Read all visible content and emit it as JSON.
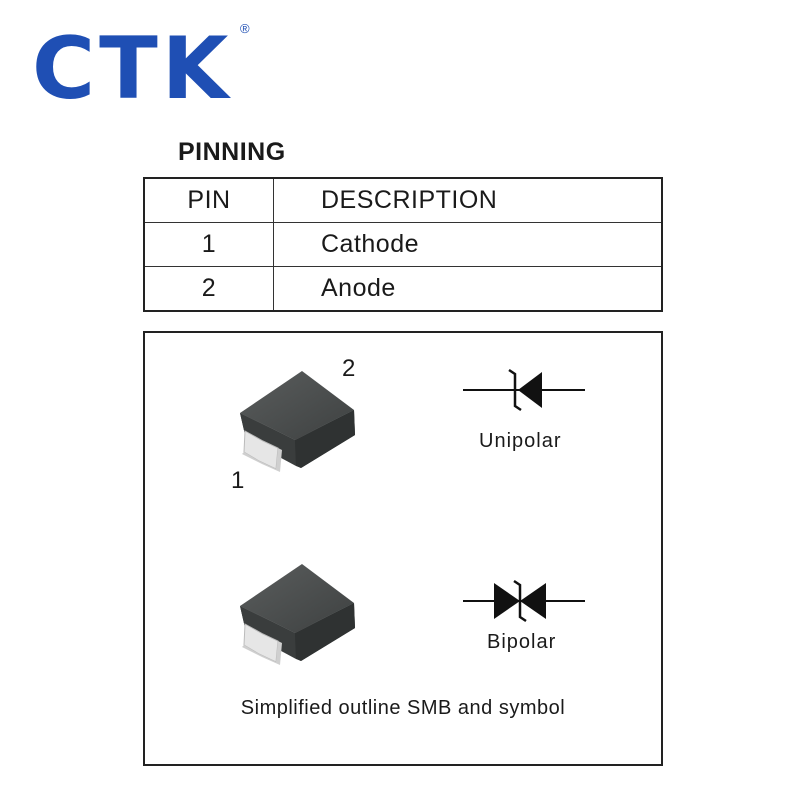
{
  "brand": {
    "logo_text": "CTK",
    "registered_mark": "®",
    "color": "#1f4fb4"
  },
  "section_title": "PINNING",
  "pin_table": {
    "headers": [
      "PIN",
      "DESCRIPTION"
    ],
    "rows": [
      [
        "1",
        "Cathode"
      ],
      [
        "2",
        "Anode"
      ]
    ]
  },
  "figure": {
    "package_pin_1": "1",
    "package_pin_2": "2",
    "unipolar_label": "Unipolar",
    "bipolar_label": "Bipolar",
    "caption": "Simplified outline SMB and symbol",
    "package_color": "#4a4d4d",
    "lead_color": "#e6e6e6"
  }
}
